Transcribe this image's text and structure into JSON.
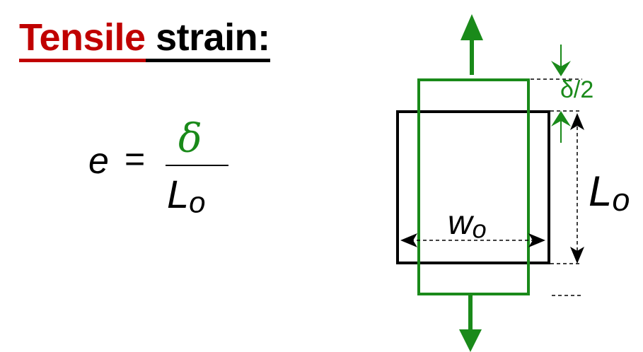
{
  "title": {
    "highlight": "Tensile",
    "rest": " strain:"
  },
  "equation": {
    "lhs": "e",
    "equals": "=",
    "numerator": "δ",
    "denominator_main": "L",
    "denominator_sub": "o"
  },
  "diagram": {
    "width_label_main": "w",
    "width_label_sub": "o",
    "length_label_main": "L",
    "length_label_sub": "o",
    "elongation_label": "δ/2"
  },
  "colors": {
    "accent_red": "#c00000",
    "green": "#1a8a1a",
    "black": "#000000"
  }
}
